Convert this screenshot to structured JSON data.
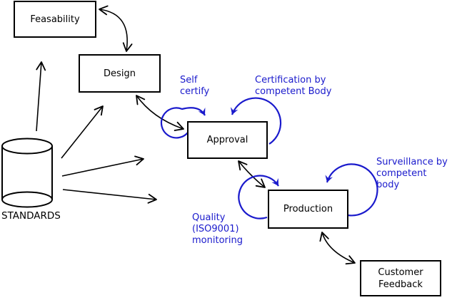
{
  "colors": {
    "background": "#ffffff",
    "line": "#000000",
    "accent_blue": "#1a1acc"
  },
  "nodes": {
    "feasability": {
      "label": "Feasability"
    },
    "design": {
      "label": "Design"
    },
    "approval": {
      "label": "Approval"
    },
    "production": {
      "label": "Production"
    },
    "customer_feedback": {
      "label": "Customer\nFeedback"
    },
    "standards": {
      "label": "STANDARDS"
    }
  },
  "annotations": {
    "self_certify": {
      "text": "Self\ncertify"
    },
    "certification": {
      "text": "Certification by\ncompetent Body"
    },
    "surveillance": {
      "text": "Surveillance by\ncompetent body"
    },
    "quality_monitoring": {
      "text": "Quality\n(ISO9001)\nmonitoring"
    }
  }
}
